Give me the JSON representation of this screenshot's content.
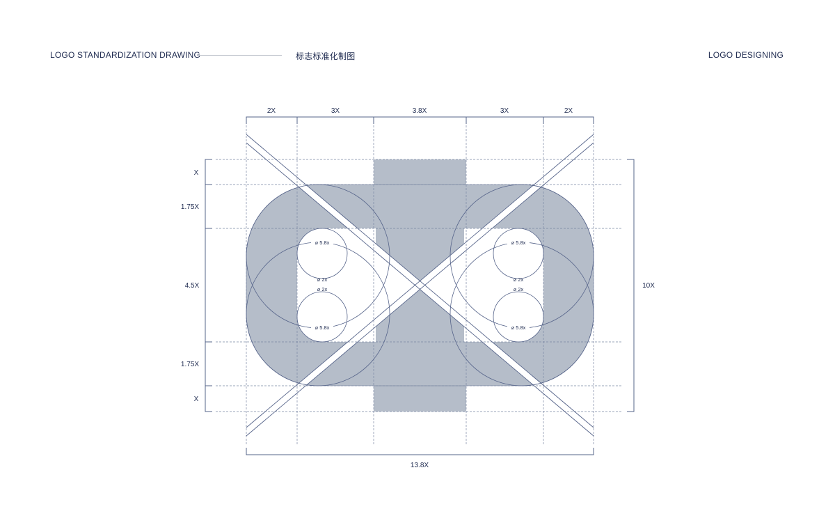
{
  "header": {
    "left_title": "LOGO STANDARDIZATION DRAWING",
    "center_title": "标志标准化制图",
    "right_title": "LOGO DESIGNING"
  },
  "diagram": {
    "top_dimensions": [
      "2X",
      "3X",
      "3.8X",
      "3X",
      "2X"
    ],
    "left_dimensions": [
      "X",
      "1.75X",
      "4.5X",
      "1.75X",
      "X"
    ],
    "right_dimension": "10X",
    "bottom_dimension": "13.8X",
    "circle_labels": {
      "large": "⌀ 5.8x",
      "small": "⌀ 2x"
    },
    "colors": {
      "fill": "#b5bdc9",
      "line": "#56648a",
      "text": "#1f2b50"
    }
  }
}
